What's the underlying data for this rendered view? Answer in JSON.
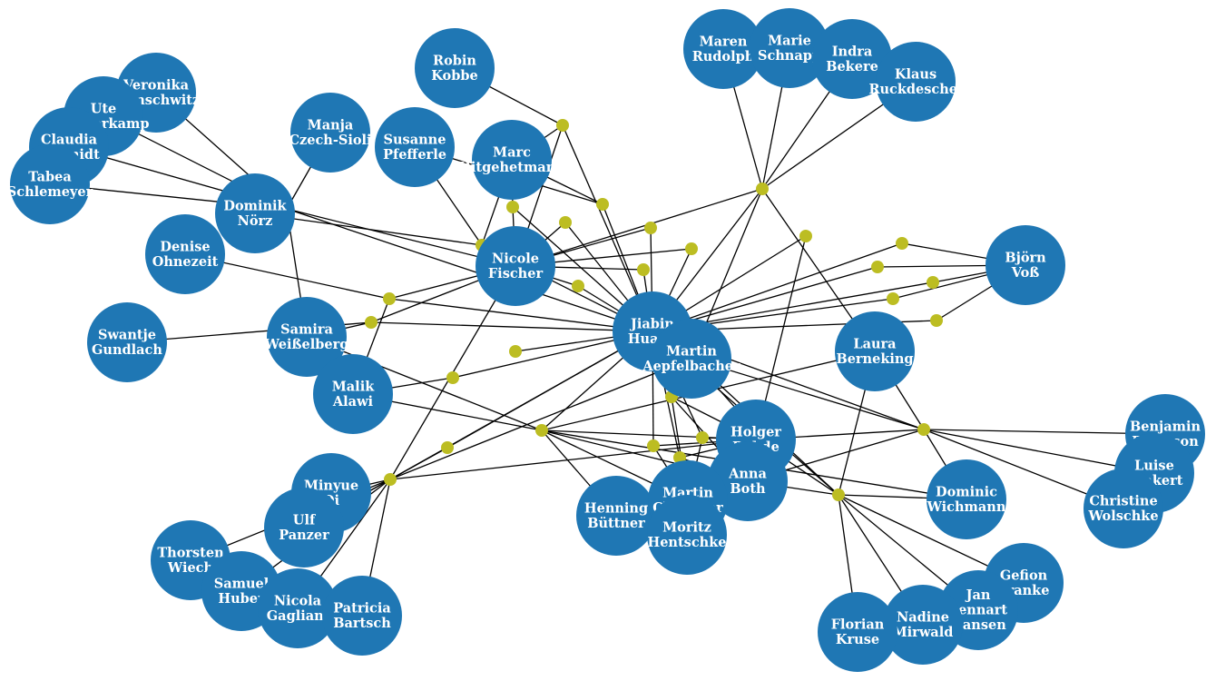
{
  "colors": {
    "person": "#1f77b4",
    "hub": "#bcbd22",
    "edge": "#000000",
    "label": "#ffffff",
    "background": "#ffffff"
  },
  "persons": [
    {
      "id": "veronika",
      "lines": [
        "Veronika",
        "Brinschwitz"
      ]
    },
    {
      "id": "ute",
      "lines": [
        "Ute",
        "Westerkamp"
      ]
    },
    {
      "id": "claudia",
      "lines": [
        "Claudia",
        "Schmidt"
      ]
    },
    {
      "id": "tabea",
      "lines": [
        "Tabea",
        "Schlemeyer"
      ]
    },
    {
      "id": "dominik",
      "lines": [
        "Dominik",
        "Nörz"
      ]
    },
    {
      "id": "manja",
      "lines": [
        "Manja",
        "Czech-Sioli"
      ]
    },
    {
      "id": "robin",
      "lines": [
        "Robin",
        "Kobbe"
      ]
    },
    {
      "id": "susanne",
      "lines": [
        "Susanne",
        "Pfefferle"
      ]
    },
    {
      "id": "marc",
      "lines": [
        "Marc",
        "Hitgehetmann"
      ]
    },
    {
      "id": "denise",
      "lines": [
        "Denise",
        "Ohnezeit"
      ]
    },
    {
      "id": "nicole",
      "lines": [
        "Nicole",
        "Fischer"
      ]
    },
    {
      "id": "maren",
      "lines": [
        "Maren",
        "Rudolph"
      ]
    },
    {
      "id": "marie",
      "lines": [
        "Marie",
        "Schnapp"
      ]
    },
    {
      "id": "indra",
      "lines": [
        "Indra",
        "Bekere"
      ]
    },
    {
      "id": "klaus",
      "lines": [
        "Klaus",
        "Ruckdeschel"
      ]
    },
    {
      "id": "bjoern",
      "lines": [
        "Björn",
        "Voß"
      ]
    },
    {
      "id": "swantje",
      "lines": [
        "Swantje",
        "Gundlach"
      ]
    },
    {
      "id": "samira",
      "lines": [
        "Samira",
        "Weißelberg"
      ]
    },
    {
      "id": "jiabin",
      "lines": [
        "Jiabin",
        "Huang"
      ]
    },
    {
      "id": "martinA",
      "lines": [
        "Martin",
        "Aepfelbacher"
      ]
    },
    {
      "id": "laura",
      "lines": [
        "Laura",
        "Berneking"
      ]
    },
    {
      "id": "malik",
      "lines": [
        "Malik",
        "Alawi"
      ]
    },
    {
      "id": "holger",
      "lines": [
        "Holger",
        "Rohde"
      ]
    },
    {
      "id": "anna",
      "lines": [
        "Anna",
        "Both"
      ]
    },
    {
      "id": "benjamin",
      "lines": [
        "Benjamin",
        "Berinson"
      ]
    },
    {
      "id": "luise",
      "lines": [
        "Luise",
        "Brakert"
      ]
    },
    {
      "id": "christine",
      "lines": [
        "Christine",
        "Wolschke"
      ]
    },
    {
      "id": "dominic",
      "lines": [
        "Dominic",
        "Wichmann"
      ]
    },
    {
      "id": "minyue",
      "lines": [
        "Minyue",
        "Qi"
      ]
    },
    {
      "id": "ulf",
      "lines": [
        "Ulf",
        "Panzer"
      ]
    },
    {
      "id": "thorsten",
      "lines": [
        "Thorsten",
        "Wiech"
      ]
    },
    {
      "id": "samuel",
      "lines": [
        "Samuel",
        "Huber"
      ]
    },
    {
      "id": "nicola",
      "lines": [
        "Nicola",
        "Gagliani"
      ]
    },
    {
      "id": "patricia",
      "lines": [
        "Patricia",
        "Bartsch"
      ]
    },
    {
      "id": "henning",
      "lines": [
        "Henning",
        "Büttner"
      ]
    },
    {
      "id": "martinC",
      "lines": [
        "Martin",
        "Christner"
      ]
    },
    {
      "id": "moritz",
      "lines": [
        "Moritz",
        "Hentschke"
      ]
    },
    {
      "id": "gefion",
      "lines": [
        "Gefion",
        "Franke"
      ]
    },
    {
      "id": "jan",
      "lines": [
        "Jan",
        "Lennart",
        "Hansen"
      ]
    },
    {
      "id": "nadine",
      "lines": [
        "Nadine",
        "Mirwald"
      ]
    },
    {
      "id": "florian",
      "lines": [
        "Florian",
        "Kruse"
      ]
    }
  ],
  "hubs": [
    "h1",
    "h2",
    "h3",
    "h4",
    "h5",
    "h6",
    "h7",
    "h8",
    "h9",
    "h10",
    "h11",
    "h12",
    "h13",
    "h14",
    "h15",
    "h16",
    "h17",
    "h18",
    "h19",
    "h20",
    "h21",
    "h22",
    "h23",
    "h24",
    "h25",
    "h26",
    "h27",
    "h28",
    "h29",
    "h30",
    "h31"
  ],
  "edges": [
    [
      "h1",
      "veronika"
    ],
    [
      "h1",
      "ute"
    ],
    [
      "h1",
      "claudia"
    ],
    [
      "h1",
      "tabea"
    ],
    [
      "h1",
      "dominik"
    ],
    [
      "h1",
      "manja"
    ],
    [
      "h1",
      "samira"
    ],
    [
      "h1",
      "nicole"
    ],
    [
      "h1",
      "jiabin"
    ],
    [
      "h2",
      "maren"
    ],
    [
      "h2",
      "marie"
    ],
    [
      "h2",
      "indra"
    ],
    [
      "h2",
      "klaus"
    ],
    [
      "h2",
      "nicole"
    ],
    [
      "h2",
      "jiabin"
    ],
    [
      "h2",
      "martinA"
    ],
    [
      "h2",
      "laura"
    ],
    [
      "h3",
      "nicole"
    ],
    [
      "h3",
      "marc"
    ],
    [
      "h3",
      "susanne"
    ],
    [
      "h3",
      "dominik"
    ],
    [
      "h3",
      "jiabin"
    ],
    [
      "h4",
      "marc"
    ],
    [
      "h4",
      "robin"
    ],
    [
      "h4",
      "jiabin"
    ],
    [
      "h4",
      "nicole"
    ],
    [
      "h5",
      "marc"
    ],
    [
      "h5",
      "jiabin"
    ],
    [
      "h5",
      "susanne"
    ],
    [
      "h6",
      "nicole"
    ],
    [
      "h6",
      "marc"
    ],
    [
      "h6",
      "jiabin"
    ],
    [
      "h7",
      "nicole"
    ],
    [
      "h7",
      "jiabin"
    ],
    [
      "h8",
      "nicole"
    ],
    [
      "h8",
      "jiabin"
    ],
    [
      "h9",
      "nicole"
    ],
    [
      "h9",
      "jiabin"
    ],
    [
      "h10",
      "nicole"
    ],
    [
      "h10",
      "jiabin"
    ],
    [
      "h11",
      "nicole"
    ],
    [
      "h11",
      "jiabin"
    ],
    [
      "h12",
      "bjoern"
    ],
    [
      "h12",
      "jiabin"
    ],
    [
      "h13",
      "bjoern"
    ],
    [
      "h13",
      "jiabin"
    ],
    [
      "h14",
      "bjoern"
    ],
    [
      "h14",
      "jiabin"
    ],
    [
      "h15",
      "bjoern"
    ],
    [
      "h15",
      "jiabin"
    ],
    [
      "h16",
      "bjoern"
    ],
    [
      "h16",
      "jiabin"
    ],
    [
      "h17",
      "jiabin"
    ],
    [
      "h17",
      "holger"
    ],
    [
      "h18",
      "denise"
    ],
    [
      "h18",
      "jiabin"
    ],
    [
      "h18",
      "nicole"
    ],
    [
      "h18",
      "malik"
    ],
    [
      "h19",
      "samira"
    ],
    [
      "h19",
      "swantje"
    ],
    [
      "h19",
      "jiabin"
    ],
    [
      "h19",
      "nicole"
    ],
    [
      "h20",
      "malik"
    ],
    [
      "h20",
      "jiabin"
    ],
    [
      "h21",
      "jiabin"
    ],
    [
      "h22",
      "samira"
    ],
    [
      "h22",
      "malik"
    ],
    [
      "h22",
      "jiabin"
    ],
    [
      "h22",
      "holger"
    ],
    [
      "h22",
      "henning"
    ],
    [
      "h22",
      "martinC"
    ],
    [
      "h22",
      "anna"
    ],
    [
      "h22",
      "laura"
    ],
    [
      "h22",
      "dominic"
    ],
    [
      "h23",
      "jiabin"
    ],
    [
      "h23",
      "ulf"
    ],
    [
      "h24",
      "minyue"
    ],
    [
      "h24",
      "ulf"
    ],
    [
      "h24",
      "thorsten"
    ],
    [
      "h24",
      "samuel"
    ],
    [
      "h24",
      "nicola"
    ],
    [
      "h24",
      "patricia"
    ],
    [
      "h24",
      "nicole"
    ],
    [
      "h24",
      "jiabin"
    ],
    [
      "h24",
      "martinA"
    ],
    [
      "h24",
      "holger"
    ],
    [
      "h25",
      "jiabin"
    ],
    [
      "h25",
      "martinA"
    ],
    [
      "h25",
      "anna"
    ],
    [
      "h25",
      "holger"
    ],
    [
      "h25",
      "martinC"
    ],
    [
      "h26",
      "holger"
    ],
    [
      "h26",
      "jiabin"
    ],
    [
      "h26",
      "anna"
    ],
    [
      "h26",
      "martinC"
    ],
    [
      "h26",
      "moritz"
    ],
    [
      "h27",
      "holger"
    ],
    [
      "h27",
      "jiabin"
    ],
    [
      "h27",
      "martinC"
    ],
    [
      "h28",
      "holger"
    ],
    [
      "h28",
      "martinA"
    ],
    [
      "h28",
      "anna"
    ],
    [
      "h29",
      "jiabin"
    ],
    [
      "h29",
      "holger"
    ],
    [
      "h29",
      "martinC"
    ],
    [
      "h30",
      "jiabin"
    ],
    [
      "h30",
      "martinA"
    ],
    [
      "h30",
      "holger"
    ],
    [
      "h30",
      "benjamin"
    ],
    [
      "h30",
      "luise"
    ],
    [
      "h30",
      "christine"
    ],
    [
      "h30",
      "dominic"
    ],
    [
      "h30",
      "laura"
    ],
    [
      "h30",
      "anna"
    ],
    [
      "h31",
      "holger"
    ],
    [
      "h31",
      "anna"
    ],
    [
      "h31",
      "jiabin"
    ],
    [
      "h31",
      "martinA"
    ],
    [
      "h31",
      "laura"
    ],
    [
      "h31",
      "gefion"
    ],
    [
      "h31",
      "jan"
    ],
    [
      "h31",
      "nadine"
    ],
    [
      "h31",
      "florian"
    ],
    [
      "h31",
      "dominic"
    ]
  ]
}
